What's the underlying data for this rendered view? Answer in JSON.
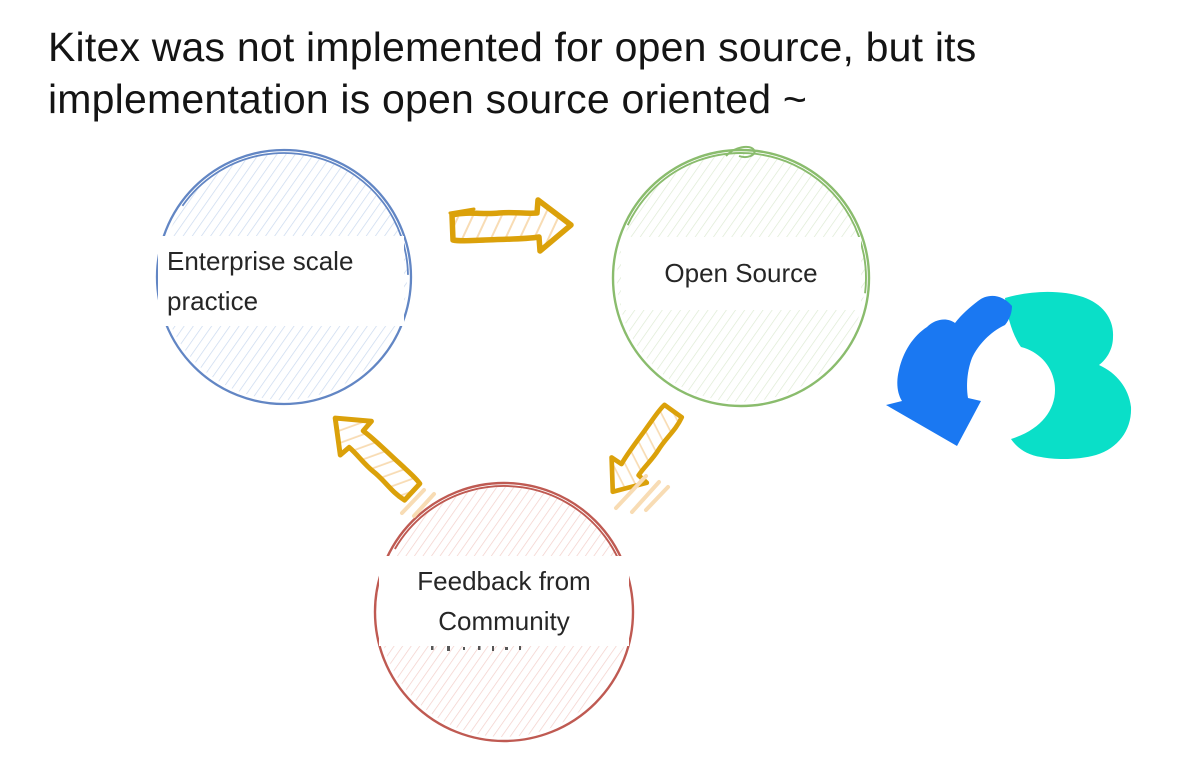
{
  "title": {
    "line1": "Kitex was not implemented for open source, but its",
    "line2": "implementation is open source oriented ~"
  },
  "diagram": {
    "type": "cycle",
    "nodes": [
      {
        "id": "enterprise",
        "label_line1": "Enterprise scale",
        "label_line2": "practice"
      },
      {
        "id": "open-source",
        "label_line1": "Open Source",
        "label_line2": ""
      },
      {
        "id": "feedback",
        "label_line1": "Feedback from",
        "label_line2": "Community"
      }
    ],
    "connections": [
      "enterprise -> open-source",
      "open-source -> feedback",
      "feedback -> enterprise"
    ]
  },
  "logo": {
    "name": "cloudwego-logo"
  },
  "colors": {
    "node-blue-stroke": "#6286c4",
    "node-blue-hatch": "#c9d9ef",
    "node-green-stroke": "#8abc6d",
    "node-green-hatch": "#dcead1",
    "node-red-stroke": "#bf5a52",
    "node-red-hatch": "#f3cfca",
    "arrow-stroke": "#dba10a",
    "arrow-hatch": "#f8dcb4",
    "logo-blue": "#1a78f2",
    "logo-teal": "#0adfc8",
    "title-text": "#141414",
    "label-text": "#262626"
  }
}
